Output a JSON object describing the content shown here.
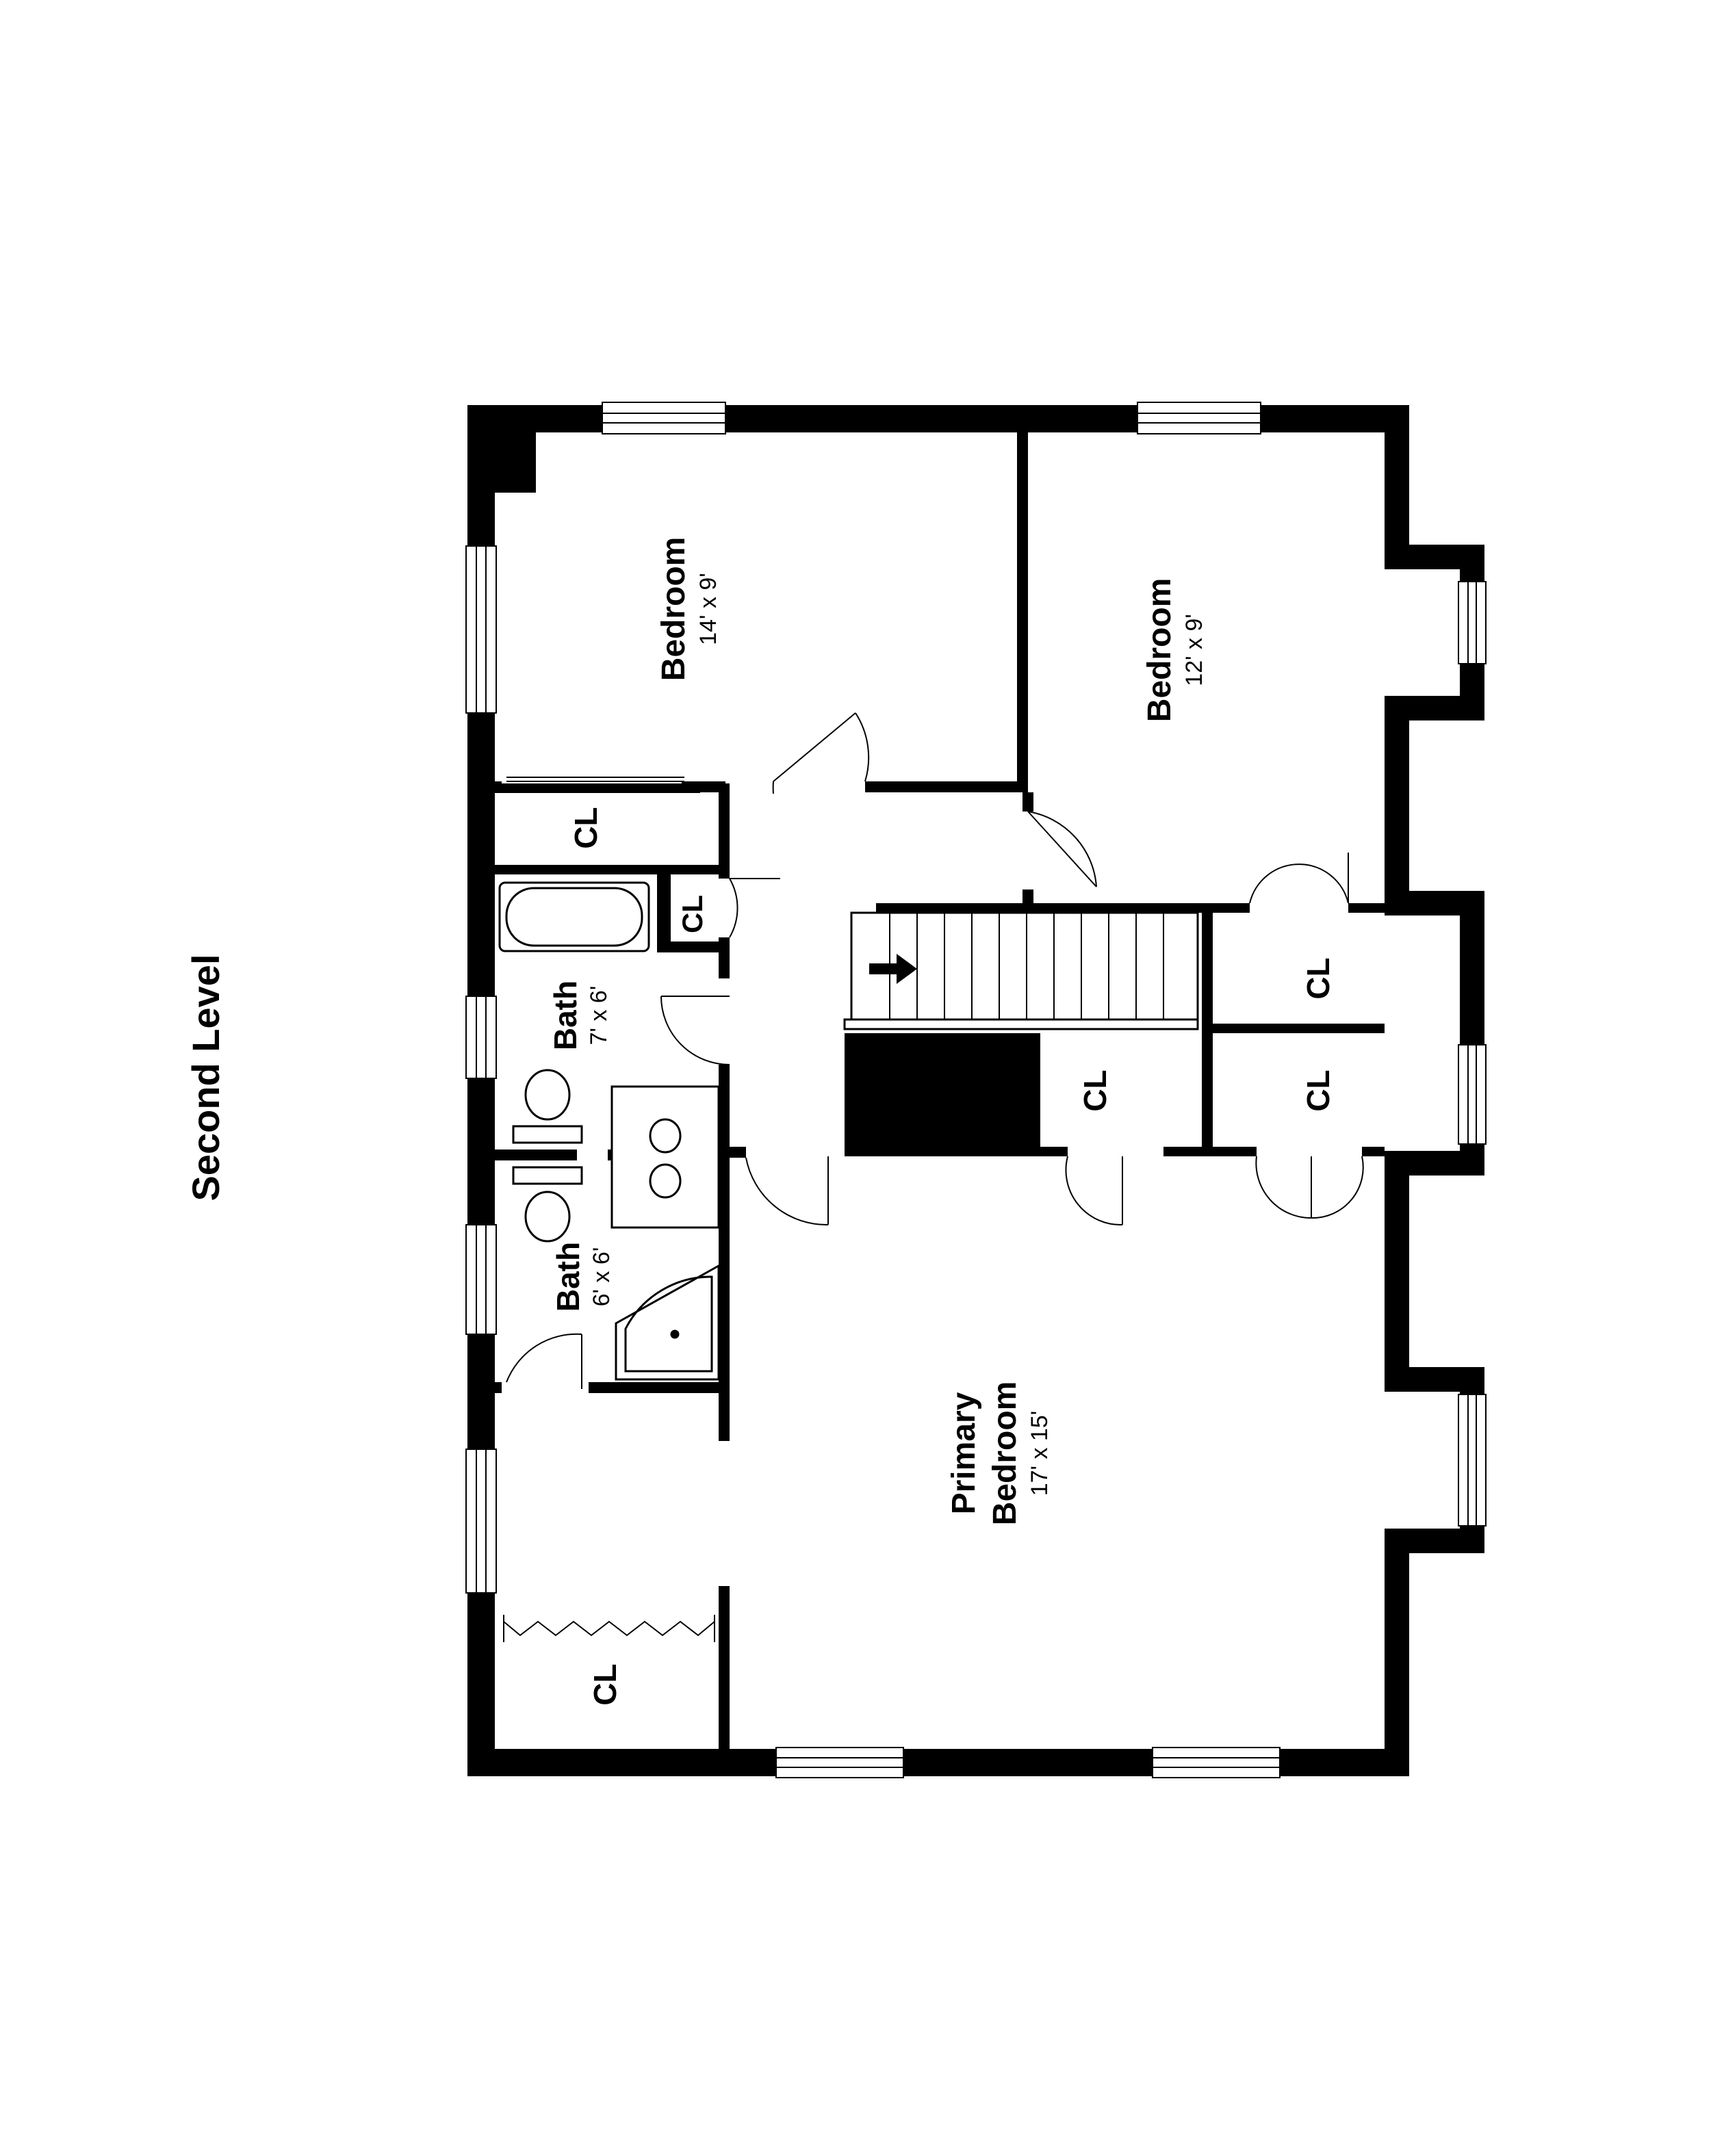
{
  "floor": {
    "title": "Second Level"
  },
  "rooms": {
    "bedroom_left": {
      "name": "Bedroom",
      "dims": "14' x 9'"
    },
    "bedroom_right": {
      "name": "Bedroom",
      "dims": "12' x 9'"
    },
    "bath_upper": {
      "name": "Bath",
      "dims": "7' x 6'"
    },
    "bath_lower": {
      "name": "Bath",
      "dims": "6' x 6'"
    },
    "primary": {
      "name_line1": "Primary",
      "name_line2": "Bedroom",
      "dims": "17' x 15'"
    }
  },
  "closets": {
    "label": "CL"
  }
}
